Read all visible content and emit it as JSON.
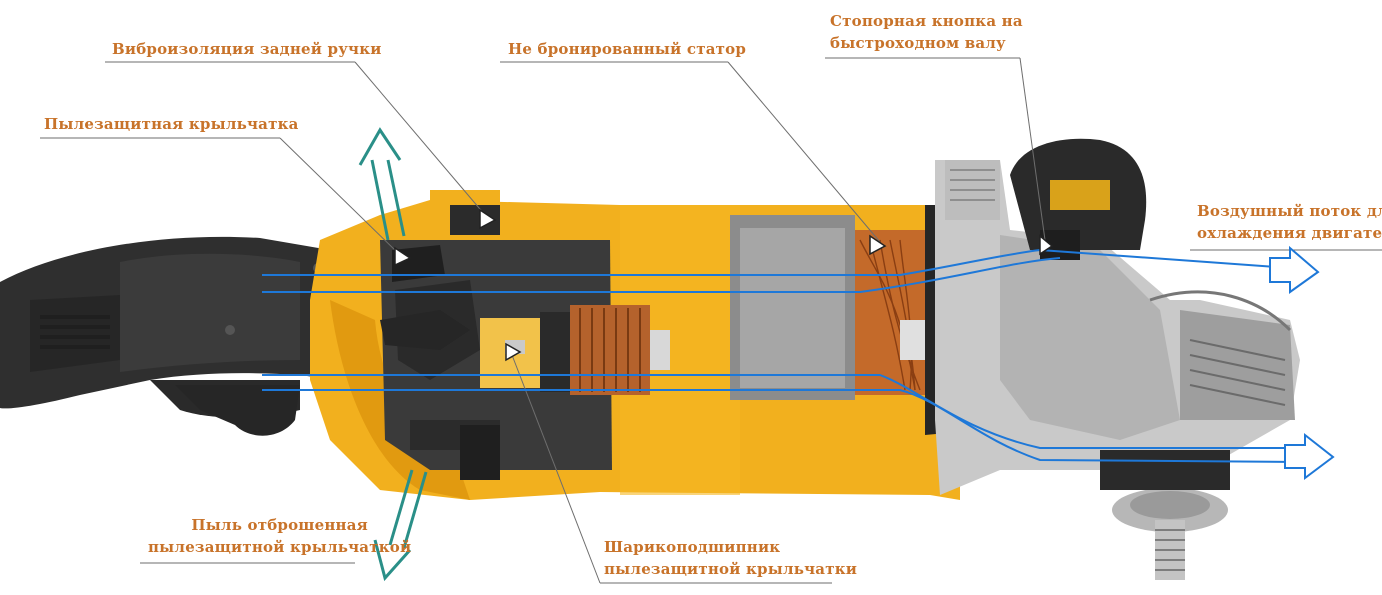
{
  "colors": {
    "label_text": "#c8732a",
    "housing_yellow": "#f2b01e",
    "housing_dark": "#2b2b2b",
    "airflow_blue": "#1e78d8",
    "dust_arrow_teal": "#2a8f88",
    "leader_line": "#6e6e6e"
  },
  "labels": {
    "rear_handle_isolation": "Виброизоляция задней ручки",
    "dust_impeller": "Пылезащитная крыльчатка",
    "unarmored_stator": "Не бронированный статор",
    "spindle_lock_l1": "Стопорная кнопка на",
    "spindle_lock_l2": "быстроходном валу",
    "airflow_l1": "Воздушный поток для",
    "airflow_l2": "охлаждения двигателя",
    "dust_expelled_l1": "Пыль отброшенная",
    "dust_expelled_l2": "пылезащитной крыльчаткой",
    "bearing_l1": "Шарикоподшипник",
    "bearing_l2": "пылезащитной крыльчатки"
  },
  "icons": {
    "dust_out_arrows": "double-outline-arrow",
    "airflow_arrows": "outline-arrow-right"
  }
}
